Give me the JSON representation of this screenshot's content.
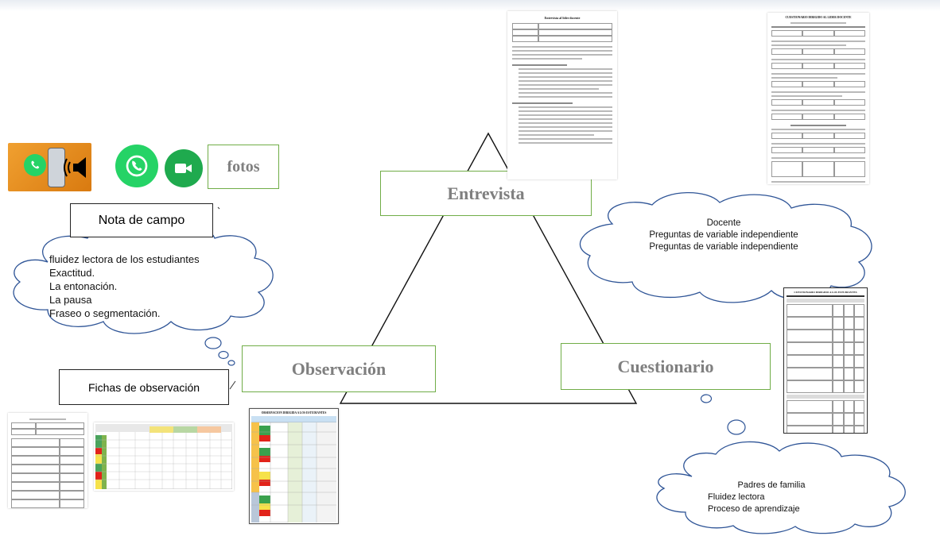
{
  "methods": {
    "entrevista": "Entrevista",
    "observacion": "Observación",
    "cuestionario": "Cuestionario"
  },
  "media": {
    "fotos": "fotos"
  },
  "notes": {
    "nota_campo": "Nota de campo",
    "fichas": "Fichas de observación"
  },
  "clouds": {
    "observacion_lines": [
      "fluidez lectora de los estudiantes",
      "Exactitud.",
      "La entonación.",
      "La pausa",
      "Fraseo o segmentación."
    ],
    "docente_lines": [
      "Docente",
      "Preguntas de variable independiente",
      "Preguntas de variable independiente"
    ],
    "padres_lines": [
      "Padres de familia",
      "Fluidez lectora",
      "Proceso de aprendizaje"
    ]
  },
  "docs": {
    "entrevista_doc_title": "Entrevista al líder docente",
    "cuestionario_docente_title": "CUESTIONARIO DIRIGIDO AL LIDER DOCENTE",
    "cuestionario_est_title": "CUESTIONARIO DIRIGIDO A LOS ESTUDIANTES",
    "observacion_title": "OBSERVACION DIRIGIDA A LOS ESTUDIANTES"
  },
  "colors": {
    "accent_green": "#70ad47",
    "label_gray": "#7f7f7f",
    "whatsapp": "#25d366",
    "meet_green": "#1faa4e",
    "photo_orange": "#e88a1a"
  }
}
